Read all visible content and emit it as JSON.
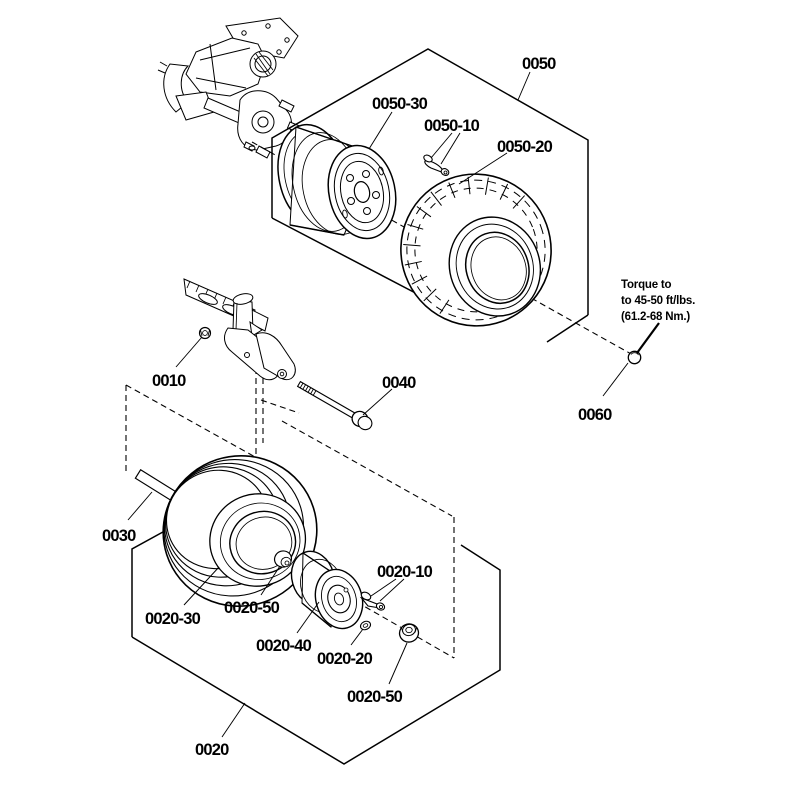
{
  "diagram": {
    "labels": {
      "g0050": "0050",
      "p0050_30": "0050-30",
      "p0050_10": "0050-10",
      "p0050_20": "0050-20",
      "p0010": "0010",
      "p0040": "0040",
      "p0060": "0060",
      "p0030": "0030",
      "p0020_30": "0020-30",
      "p0020_50a": "0020-50",
      "p0020_40": "0020-40",
      "p0020_20": "0020-20",
      "p0020_10": "0020-10",
      "p0020_50b": "0020-50",
      "g0020": "0020"
    },
    "torque_note": {
      "line1": "Torque to",
      "line2": "to 45-50 ft/lbs.",
      "line3": "(61.2-68 Nm.)"
    },
    "colors": {
      "line": "#000000",
      "background": "#ffffff"
    }
  }
}
